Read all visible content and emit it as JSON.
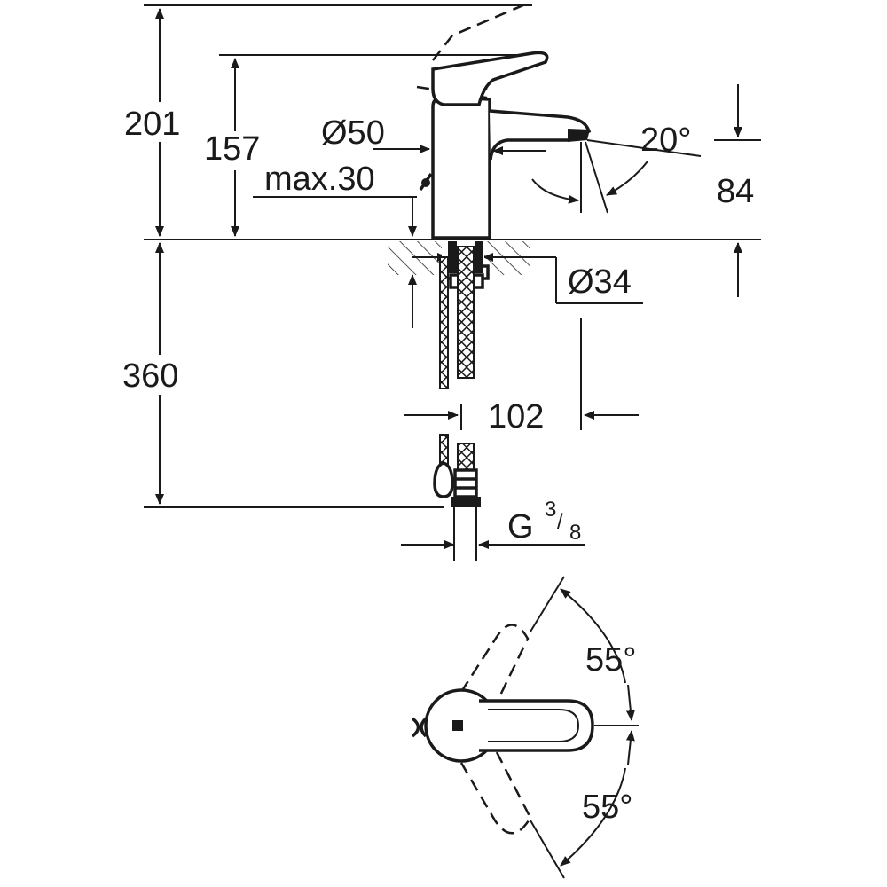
{
  "dimensions": {
    "total_height": "201",
    "lever_height": "157",
    "diameter_body": "Ø50",
    "max_deck": "max.30",
    "spout_angle": "20°",
    "spout_height": "84",
    "diameter_shank": "Ø34",
    "hose_length": "360",
    "spout_reach": "102",
    "connection_g": "G",
    "connection_num": "3",
    "connection_den": "8",
    "swing_upper": "55°",
    "swing_lower": "55°"
  },
  "colors": {
    "ink": "#1a1a1a",
    "paper": "#ffffff"
  }
}
